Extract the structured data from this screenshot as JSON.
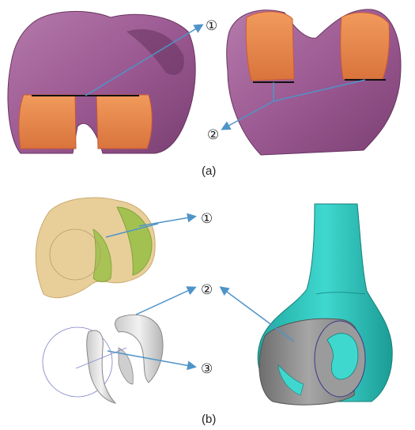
{
  "captions": {
    "part_a": "(a)",
    "part_b": "(b)"
  },
  "callouts": {
    "a_one": "①",
    "a_two": "②",
    "b_one": "①",
    "b_two": "②",
    "b_three": "③"
  },
  "colors": {
    "bone_purple": "#9c5a92",
    "cartilage_orange": "#e8864a",
    "bone_tan": "#e8cf9a",
    "cartilage_green": "#9cc04a",
    "bone_teal": "#2bc6bd",
    "implant_gray": "#8a8a8a",
    "leader_blue": "#4f94c8"
  }
}
